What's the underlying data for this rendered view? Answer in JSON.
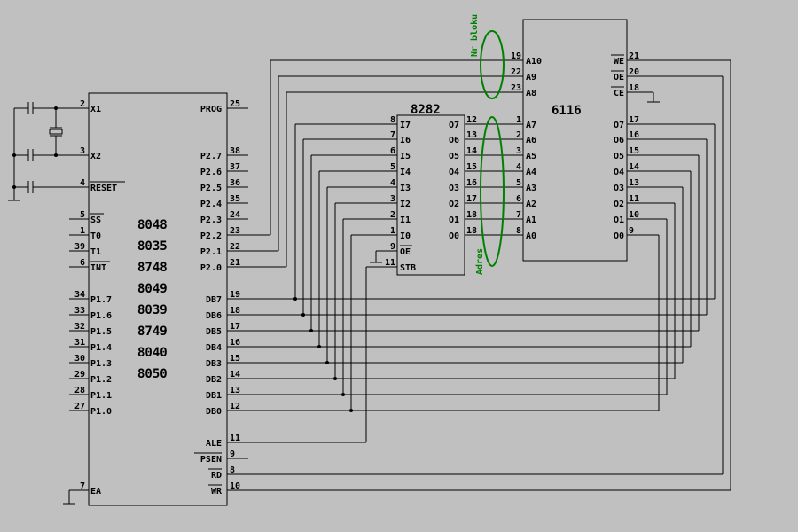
{
  "colors": {
    "background": "#c0c0c0",
    "wire": "#000000",
    "annotation": "#008000"
  },
  "cpu": {
    "variants": [
      "8048",
      "8035",
      "8748",
      "8049",
      "8039",
      "8749",
      "8040",
      "8050"
    ],
    "left_pins": [
      {
        "num": "2",
        "name": "X1"
      },
      {
        "num": "3",
        "name": "X2"
      },
      {
        "num": "4",
        "name": "RESET"
      },
      {
        "num": "5",
        "name": "SS"
      },
      {
        "num": "1",
        "name": "T0"
      },
      {
        "num": "39",
        "name": "T1"
      },
      {
        "num": "6",
        "name": "INT"
      },
      {
        "num": "34",
        "name": "P1.7"
      },
      {
        "num": "33",
        "name": "P1.6"
      },
      {
        "num": "32",
        "name": "P1.5"
      },
      {
        "num": "31",
        "name": "P1.4"
      },
      {
        "num": "30",
        "name": "P1.3"
      },
      {
        "num": "29",
        "name": "P1.2"
      },
      {
        "num": "28",
        "name": "P1.1"
      },
      {
        "num": "27",
        "name": "P1.0"
      },
      {
        "num": "7",
        "name": "EA"
      }
    ],
    "right_pins": [
      {
        "num": "25",
        "name": "PROG"
      },
      {
        "num": "38",
        "name": "P2.7"
      },
      {
        "num": "37",
        "name": "P2.6"
      },
      {
        "num": "36",
        "name": "P2.5"
      },
      {
        "num": "35",
        "name": "P2.4"
      },
      {
        "num": "24",
        "name": "P2.3"
      },
      {
        "num": "23",
        "name": "P2.2"
      },
      {
        "num": "22",
        "name": "P2.1"
      },
      {
        "num": "21",
        "name": "P2.0"
      },
      {
        "num": "19",
        "name": "DB7"
      },
      {
        "num": "18",
        "name": "DB6"
      },
      {
        "num": "17",
        "name": "DB5"
      },
      {
        "num": "16",
        "name": "DB4"
      },
      {
        "num": "15",
        "name": "DB3"
      },
      {
        "num": "14",
        "name": "DB2"
      },
      {
        "num": "13",
        "name": "DB1"
      },
      {
        "num": "12",
        "name": "DB0"
      },
      {
        "num": "11",
        "name": "ALE"
      },
      {
        "num": "9",
        "name": "PSEN"
      },
      {
        "num": "8",
        "name": "RD"
      },
      {
        "num": "10",
        "name": "WR"
      }
    ]
  },
  "latch": {
    "title": "8282",
    "inputs": [
      {
        "num": "8",
        "name": "I7"
      },
      {
        "num": "7",
        "name": "I6"
      },
      {
        "num": "6",
        "name": "I5"
      },
      {
        "num": "5",
        "name": "I4"
      },
      {
        "num": "4",
        "name": "I3"
      },
      {
        "num": "3",
        "name": "I2"
      },
      {
        "num": "2",
        "name": "I1"
      },
      {
        "num": "1",
        "name": "I0"
      },
      {
        "num": "9",
        "name": "OE"
      },
      {
        "num": "11",
        "name": "STB"
      }
    ],
    "outputs": [
      {
        "num": "12",
        "name": "O7"
      },
      {
        "num": "13",
        "name": "O6"
      },
      {
        "num": "14",
        "name": "O5"
      },
      {
        "num": "15",
        "name": "O4"
      },
      {
        "num": "16",
        "name": "O3"
      },
      {
        "num": "17",
        "name": "O2"
      },
      {
        "num": "18",
        "name": "O1"
      },
      {
        "num": "18",
        "name": "O0"
      }
    ]
  },
  "ram": {
    "title": "6116",
    "left_pins": [
      {
        "num": "19",
        "name": "A10"
      },
      {
        "num": "22",
        "name": "A9"
      },
      {
        "num": "23",
        "name": "A8"
      },
      {
        "num": "1",
        "name": "A7"
      },
      {
        "num": "2",
        "name": "A6"
      },
      {
        "num": "3",
        "name": "A5"
      },
      {
        "num": "4",
        "name": "A4"
      },
      {
        "num": "5",
        "name": "A3"
      },
      {
        "num": "6",
        "name": "A2"
      },
      {
        "num": "7",
        "name": "A1"
      },
      {
        "num": "8",
        "name": "A0"
      }
    ],
    "right_pins": [
      {
        "num": "21",
        "name": "WE"
      },
      {
        "num": "20",
        "name": "OE"
      },
      {
        "num": "18",
        "name": "CE"
      },
      {
        "num": "17",
        "name": "O7"
      },
      {
        "num": "16",
        "name": "O6"
      },
      {
        "num": "15",
        "name": "O5"
      },
      {
        "num": "14",
        "name": "O4"
      },
      {
        "num": "13",
        "name": "O3"
      },
      {
        "num": "11",
        "name": "O2"
      },
      {
        "num": "10",
        "name": "O1"
      },
      {
        "num": "9",
        "name": "O0"
      }
    ]
  },
  "annotations": {
    "block": "Nr bloku",
    "address": "Adres"
  }
}
